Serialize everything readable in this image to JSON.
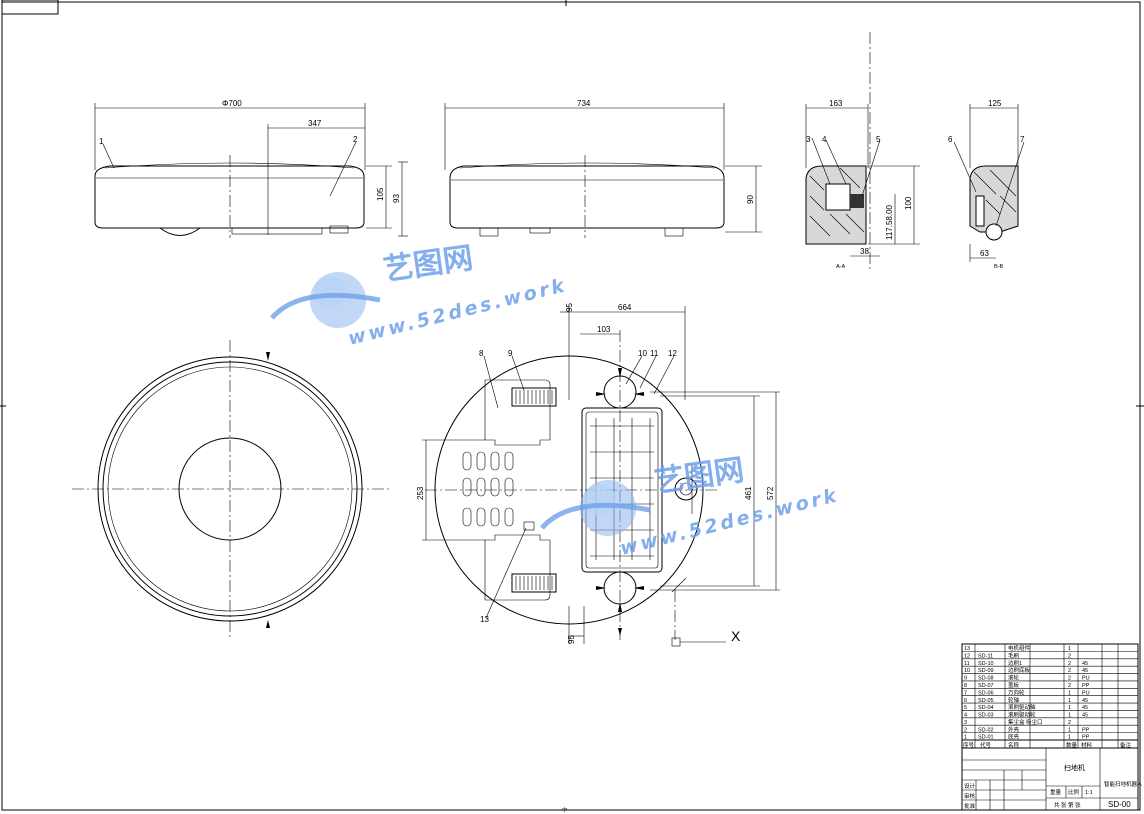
{
  "drawing": {
    "dimensions": {
      "front_diameter": "Φ700",
      "front_half": "347",
      "front_height_inner": "105",
      "front_height": "93",
      "side_width": "734",
      "side_height": "90",
      "section_a_width": "163",
      "section_a_height": "100",
      "section_a_sub": "117.58.00",
      "section_a_base": "38",
      "section_b_width": "125",
      "section_b_base": "63",
      "bottom_top_gap": "95",
      "bottom_width": "664",
      "bottom_inner": "103",
      "bottom_left_height": "253",
      "bottom_right_inner": "461",
      "bottom_right_outer": "572",
      "bottom_bottom_gap": "95"
    },
    "section_labels": {
      "a": "A-A",
      "b": "B-B"
    },
    "part_callouts": [
      "1",
      "2",
      "3",
      "4",
      "5",
      "6",
      "7",
      "8",
      "9",
      "10",
      "11",
      "12",
      "13"
    ],
    "bottom_axis_label": "X",
    "frame_marker": "中"
  },
  "bom": {
    "rows": [
      {
        "no": "13",
        "code": "",
        "name": "电机组件",
        "qty": "1",
        "material": ""
      },
      {
        "no": "12",
        "code": "SD-11",
        "name": "毛刷",
        "qty": "2",
        "material": ""
      },
      {
        "no": "11",
        "code": "SD-10",
        "name": "边刷1",
        "qty": "2",
        "material": "45"
      },
      {
        "no": "10",
        "code": "SD-09",
        "name": "边刷底板",
        "qty": "2",
        "material": "45"
      },
      {
        "no": "9",
        "code": "SD-08",
        "name": "滚轮",
        "qty": "2",
        "material": "PU"
      },
      {
        "no": "8",
        "code": "SD-07",
        "name": "盖板",
        "qty": "2",
        "material": "PP"
      },
      {
        "no": "7",
        "code": "SD-06",
        "name": "万向轮",
        "qty": "1",
        "material": "PU"
      },
      {
        "no": "6",
        "code": "SD-05",
        "name": "轮轴",
        "qty": "1",
        "material": "45"
      },
      {
        "no": "5",
        "code": "SD-04",
        "name": "滚刷驱动轴",
        "qty": "1",
        "material": "45"
      },
      {
        "no": "4",
        "code": "SD-03",
        "name": "滚刷驱动轮",
        "qty": "1",
        "material": "45"
      },
      {
        "no": "3",
        "code": "",
        "name": "集尘盒 吸尘口",
        "qty": "2",
        "material": ""
      },
      {
        "no": "2",
        "code": "SD-02",
        "name": "外壳",
        "qty": "1",
        "material": "PP"
      },
      {
        "no": "1",
        "code": "SD-01",
        "name": "底壳",
        "qty": "1",
        "material": "PP"
      }
    ],
    "headers": [
      "序号",
      "代号",
      "名称",
      "数量",
      "材料",
      "备注"
    ]
  },
  "title_block": {
    "product": "扫地机",
    "company": "智能扫地机器人",
    "drawing_no": "SD-00",
    "label_design": "设计",
    "label_check": "审核",
    "label_approve": "批准",
    "label_scale": "比例",
    "label_weight": "重量",
    "label_sheet": "共 张 第 张",
    "scale_value": "1:1"
  },
  "watermark": {
    "brand": "艺图网",
    "url": "www.52des.work",
    "color": "#6fa0ea"
  }
}
